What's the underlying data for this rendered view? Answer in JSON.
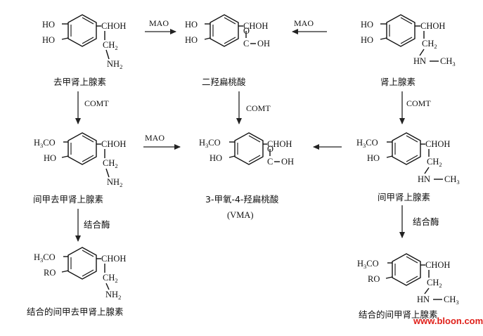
{
  "compounds": {
    "norepinephrine": {
      "ring_labels": [
        "HO",
        "HO"
      ],
      "chain": [
        "CHOH",
        "CH",
        "2",
        "NH",
        "2"
      ],
      "name": "去甲肾上腺素"
    },
    "dhma": {
      "ring_labels": [
        "HO",
        "HO"
      ],
      "chain": [
        "CHOH",
        "C",
        "O",
        "OH"
      ],
      "name": "二羟扁桃酸"
    },
    "epinephrine": {
      "ring_labels": [
        "HO",
        "HO"
      ],
      "chain": [
        "CHOH",
        "CH",
        "2",
        "N",
        "H",
        "CH",
        "3"
      ],
      "name": "肾上腺素"
    },
    "normetanephrine": {
      "ring_labels": [
        "H",
        "3",
        "CO",
        "HO"
      ],
      "chain": [
        "CHOH",
        "CH",
        "2",
        "NH",
        "2"
      ],
      "name": "间甲去甲肾上腺素"
    },
    "vma": {
      "ring_labels": [
        "H",
        "3",
        "CO",
        "HO"
      ],
      "chain": [
        "CHOH",
        "C",
        "O",
        "OH"
      ],
      "name": "3-甲氧-4-羟扁桃酸",
      "abbr": "(VMA)"
    },
    "metanephrine": {
      "ring_labels": [
        "H",
        "3",
        "CO",
        "HO"
      ],
      "chain": [
        "CHOH",
        "CH",
        "2",
        "N",
        "H",
        "CH",
        "3"
      ],
      "name": "间甲肾上腺素"
    },
    "conj_normetanephrine": {
      "ring_labels": [
        "H",
        "3",
        "CO",
        "RO"
      ],
      "chain": [
        "CHOH",
        "CH",
        "2",
        "NH",
        "2"
      ],
      "name": "结合的间甲去甲肾上腺素"
    },
    "conj_metanephrine": {
      "ring_labels": [
        "H",
        "3",
        "CO",
        "RO"
      ],
      "chain": [
        "CHOH",
        "CH",
        "2",
        "N",
        "H",
        "CH",
        "3"
      ],
      "name": "结合的间甲肾上腺素"
    }
  },
  "enzymes": {
    "mao_1": "MAO",
    "mao_2": "MAO",
    "mao_3": "MAO",
    "comt_1": "COMT",
    "comt_2": "COMT",
    "comt_3": "COMT",
    "conj_1": "结合酶",
    "conj_2": "结合酶"
  },
  "watermark": "www.bloon.com",
  "colors": {
    "ink": "#111111",
    "watermark": "#e0201a",
    "background": "#ffffff"
  }
}
